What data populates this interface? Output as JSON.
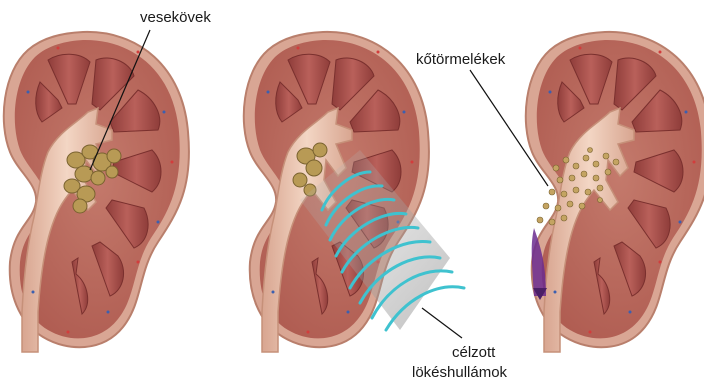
{
  "labels": {
    "stones": "vesekövek",
    "fragments": "kőtörmelékek",
    "shockwaves_line1": "célzott",
    "shockwaves_line2": "lökéshullámok"
  },
  "colors": {
    "capsule": "#cf9a88",
    "cortex": "#b9665a",
    "medulla": "#a14e48",
    "pyramid": "#a8514c",
    "pelvis": "#e9c6b0",
    "stone": "#b89a55",
    "shockwave": "#3fc2cf",
    "debris_flow": "#6b2c8f"
  }
}
